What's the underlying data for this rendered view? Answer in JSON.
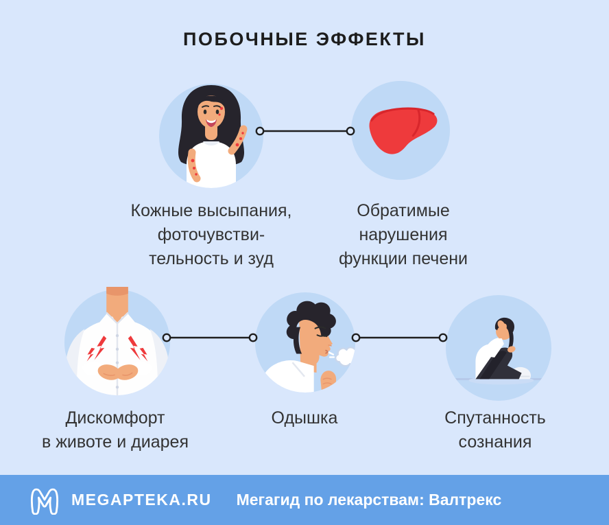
{
  "title": "ПОБОЧНЫЕ ЭФФЕКТЫ",
  "effects": [
    {
      "label": "Кожные высыпания,\nфоточувстви-\nтельность и зуд",
      "icon": "woman-skin-rash-illustration"
    },
    {
      "label": "Обратимые\nнарушения\nфункции печени",
      "icon": "liver-illustration"
    },
    {
      "label": "Дискомфорт\nв животе и диарея",
      "icon": "abdominal-pain-illustration"
    },
    {
      "label": "Одышка",
      "icon": "shortness-of-breath-illustration"
    },
    {
      "label": "Спутанность\nсознания",
      "icon": "confused-person-illustration"
    }
  ],
  "connectors": 3,
  "footer": {
    "brand": "MEGAPTEKA.RU",
    "caption": "Мегагид по лекарствам: Валтрекс",
    "logo_icon": "megapteka-logo-icon"
  },
  "colors": {
    "background": "#d9e7fc",
    "circle": "#bfd9f6",
    "footer": "#64a1e7",
    "title_text": "#1d1d1d",
    "label_text": "#333333",
    "accent_red": "#ee3a3c",
    "accent_red_dark": "#d8262c",
    "connector": "#1f1f1f",
    "footer_text": "#ffffff"
  }
}
